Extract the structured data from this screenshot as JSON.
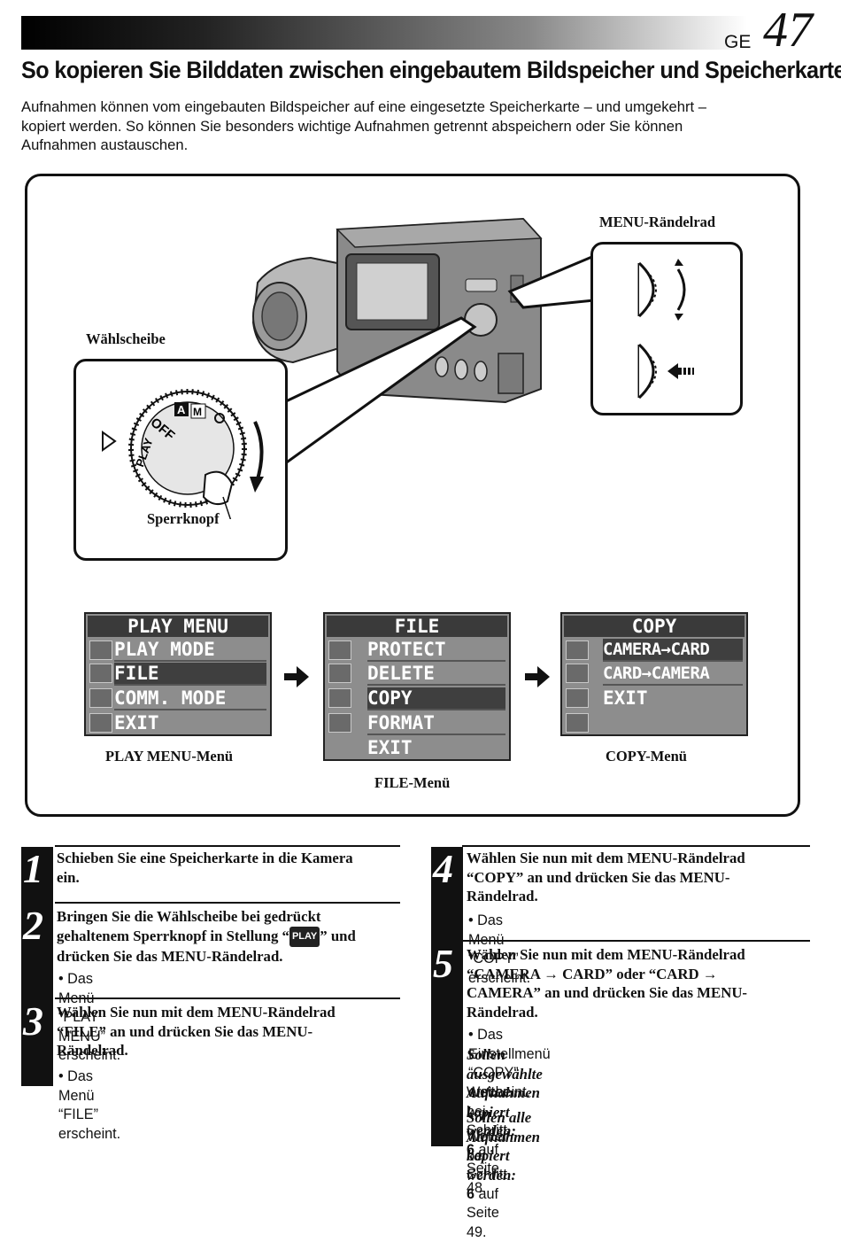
{
  "header": {
    "lang": "GE",
    "page_number": "47"
  },
  "title": "So kopieren Sie Bilddaten zwischen eingebautem Bildspeicher und Speicherkarte",
  "intro": [
    "Aufnahmen können vom eingebauten Bildspeicher auf eine eingesetzte Speicherkarte – und umgekehrt –",
    "kopiert werden. So können Sie besonders wichtige Aufnahmen getrennt abspeichern oder Sie können",
    "Aufnahmen austauschen."
  ],
  "figure": {
    "label_menu_wheel": "MENU-Rändelrad",
    "label_dial": "Wählscheibe",
    "label_lock": "Sperrknopf",
    "dial_text": {
      "off": "OFF",
      "play": "PLAY",
      "a": "A",
      "m": "M"
    },
    "menus": [
      {
        "title": "PLAY MENU",
        "items": [
          "PLAY MODE",
          "FILE",
          "COMM. MODE",
          "EXIT"
        ],
        "selected": 1,
        "caption": "PLAY MENU-Menü"
      },
      {
        "title": "FILE",
        "items": [
          "PROTECT",
          "DELETE",
          "COPY",
          "FORMAT",
          "EXIT"
        ],
        "selected": 2,
        "caption": "FILE-Menü"
      },
      {
        "title": "COPY",
        "items": [
          "CAMERA→CARD",
          "CARD→CAMERA",
          "EXIT"
        ],
        "selected": 0,
        "caption": "COPY-Menü"
      }
    ]
  },
  "steps": {
    "s1": {
      "num": "1",
      "lines": [
        "Schieben Sie eine Speicherkarte in die Kamera",
        "ein."
      ]
    },
    "s2": {
      "num": "2",
      "line1": "Bringen Sie die Wählscheibe bei gedrückt",
      "line2": "gehaltenem Sperrknopf in Stellung “",
      "badge": "PLAY",
      "line2b": "” und",
      "line3": "drücken Sie das MENU-Rändelrad.",
      "note": "• Das Menü “PLAY MENU” erscheint."
    },
    "s3": {
      "num": "3",
      "lines": [
        "Wählen Sie nun mit dem MENU-Rändelrad",
        "“FILE” an und drücken Sie das MENU-",
        "Rändelrad."
      ],
      "note": "• Das Menü “FILE” erscheint."
    },
    "s4": {
      "num": "4",
      "lines": [
        "Wählen Sie nun mit dem MENU-Rändelrad",
        "“COPY” an und drücken Sie das MENU-",
        "Rändelrad."
      ],
      "note": "• Das Menü “COPY” erscheint."
    },
    "s5": {
      "num": "5",
      "lines": [
        "Wählen Sie nun mit dem MENU-Rändelrad",
        "“CAMERA → CARD” oder “CARD →",
        "CAMERA” an und drücken Sie das MENU-",
        "Rändelrad."
      ],
      "note": "• Das Einstellmenü “COPY” erscheint.",
      "sel1": "Sollen ausgewählte Aufnahmen kopiert",
      "sel2": "werden:",
      "sel_pre": "Weiter bei Schritt ",
      "sel_step": "6",
      "sel_post": " auf Seite 48.",
      "all1": "Sollen alle Aufnahmen kopiert werden:",
      "all_pre": "Weiter bei Schritt ",
      "all_step": "6",
      "all_post": " auf Seite 49."
    }
  }
}
